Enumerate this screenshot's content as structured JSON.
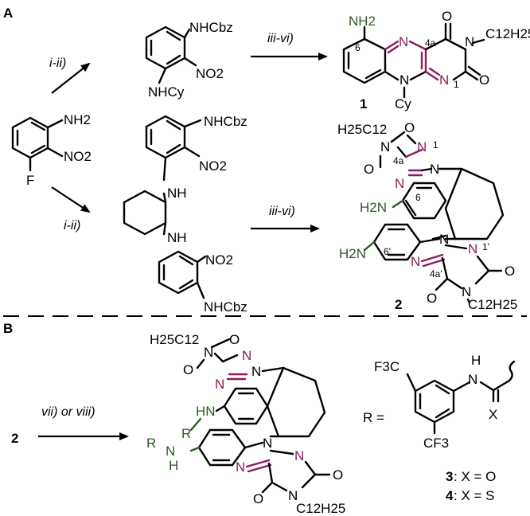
{
  "panels": {
    "a": "A",
    "b": "B"
  },
  "conditions": {
    "step_a1": "i-ii)",
    "step_a2": "iii-vi)",
    "step_a3": "i-ii)",
    "step_a4": "iii-vi)",
    "step_b": "vii) or viii)"
  },
  "substituents": {
    "nh2": "NH2",
    "no2": "NO2",
    "f": "F",
    "nhcbz": "NHCbz",
    "nhcy": "NHCy",
    "nh": "NH",
    "n": "N",
    "o": "O",
    "cy": "Cy",
    "c12h25": "C12H25",
    "h25c12": "H25C12",
    "h2n": "H2N",
    "hn": "HN",
    "h": "H",
    "r": "R",
    "x": "X",
    "f3c": "F3C",
    "cf3": "CF3",
    "r_eq": "R ="
  },
  "locants": {
    "l6": "6",
    "l4a": "4a",
    "l1": "1",
    "l6p": "6'",
    "l1p": "1'",
    "l4ap": "4a'"
  },
  "compounds": {
    "c1": "1",
    "c2": "2",
    "c2_start": "2",
    "c3": "3",
    "c3_def": ": X = O",
    "c4": "4",
    "c4_def": ": X = S"
  },
  "colors": {
    "pteridine_highlight": "#8c1c5c",
    "amine_highlight": "#2e5a26",
    "bond": "#000000"
  }
}
